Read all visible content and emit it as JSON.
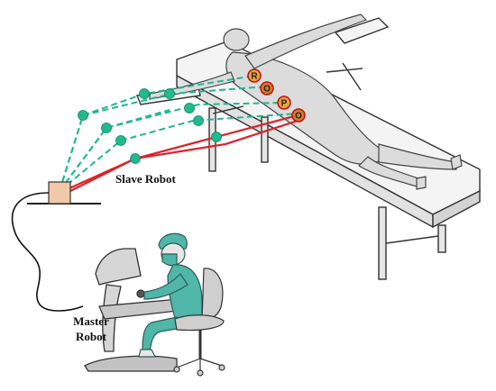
{
  "labels": {
    "slave_robot": "Slave Robot",
    "master_robot_line1": "Master",
    "master_robot_line2": "Robot"
  },
  "ports": [
    {
      "letter": "R",
      "color": "#e8a33c"
    },
    {
      "letter": "O",
      "color": "#d67a2a"
    },
    {
      "letter": "P",
      "color": "#e8a33c"
    },
    {
      "letter": "O",
      "color": "#d67a2a"
    }
  ],
  "colors": {
    "robot_arm_dashed": "#1fb890",
    "robot_arm_solid": "#e0202a",
    "outline": "#333333",
    "body_fill": "#dcdcdc",
    "scrubs": "#4fb6a8",
    "joint": "#22b98d",
    "base_box": "#f1c9a8"
  }
}
